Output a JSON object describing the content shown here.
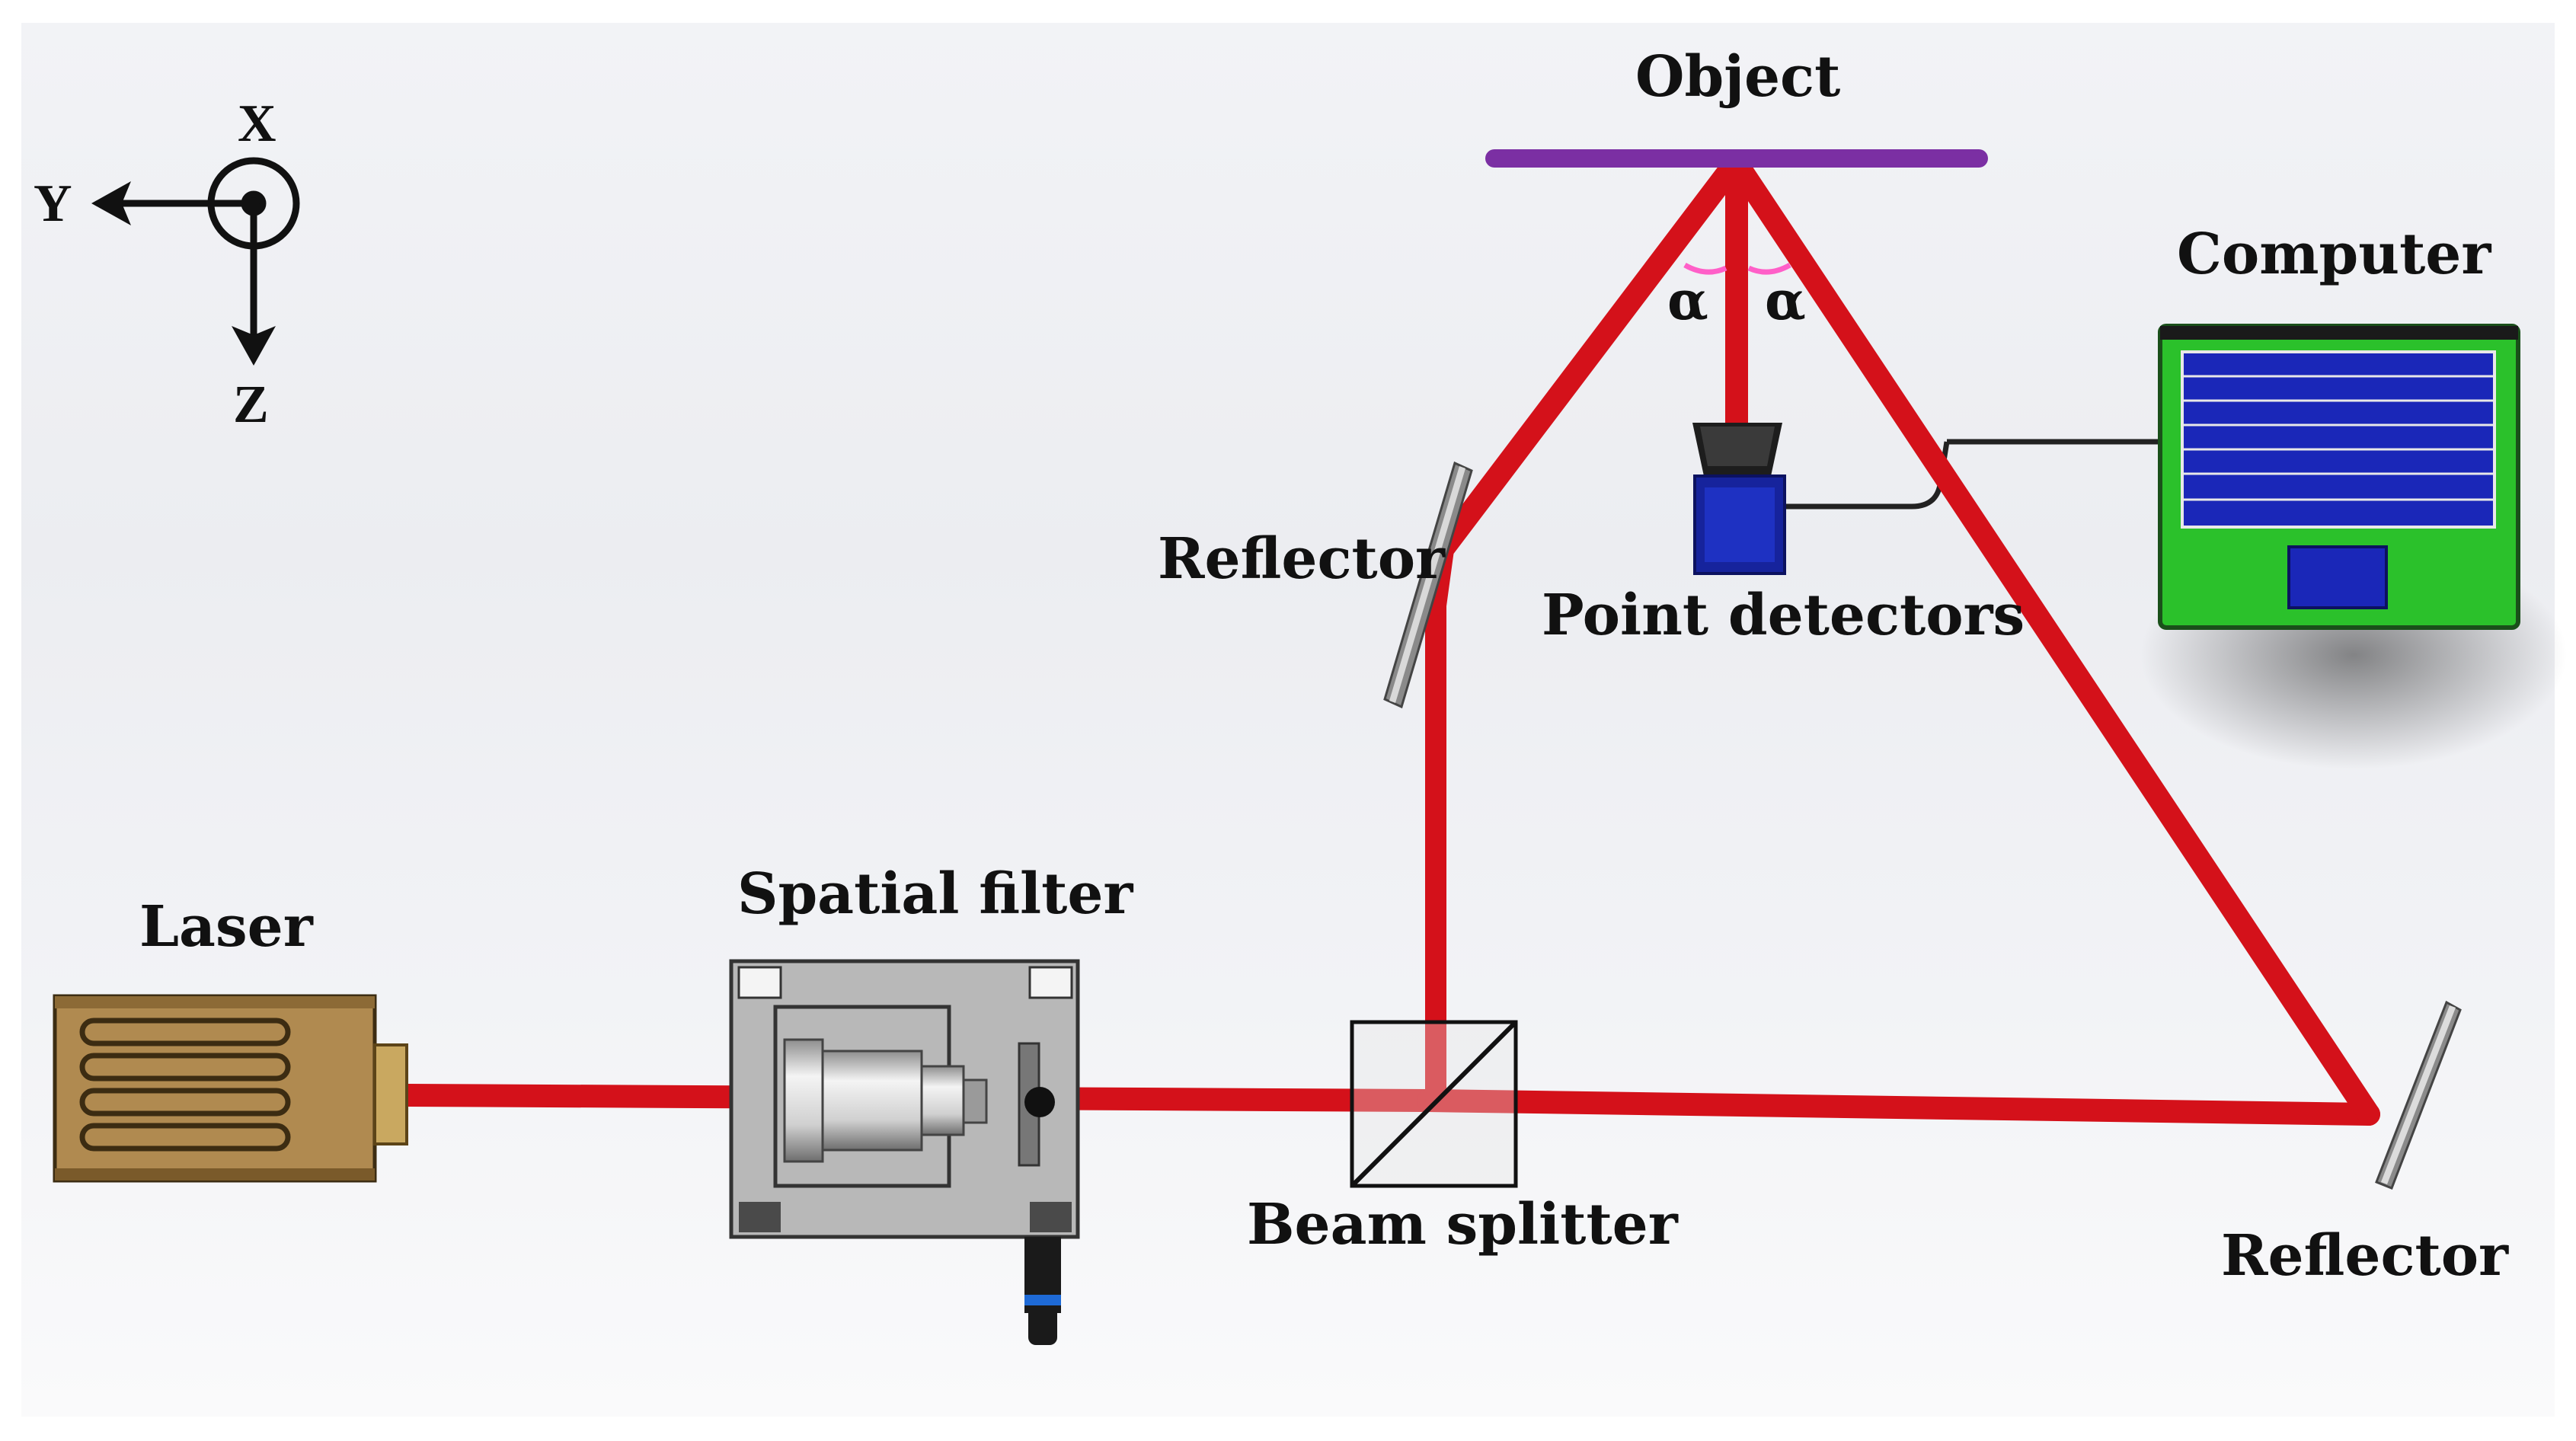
{
  "labels": {
    "object": "Object",
    "computer": "Computer",
    "reflector_top": "Reflector",
    "point_detectors": "Point detectors",
    "laser": "Laser",
    "spatial_filter": "Spatial filter",
    "beam_splitter": "Beam splitter",
    "reflector_bottom": "Reflector",
    "alpha_left": "α",
    "alpha_right": "α"
  },
  "axes": {
    "x": "X",
    "y": "Y",
    "z": "Z"
  },
  "colors": {
    "beam": "#d4111a",
    "object": "#7b2fa3",
    "laser_body": "#b08a50",
    "computer_body": "#2bc12b",
    "keyboard": "#1a27b8",
    "detector": "#16239c",
    "angle_arc": "#ff5fc8"
  }
}
